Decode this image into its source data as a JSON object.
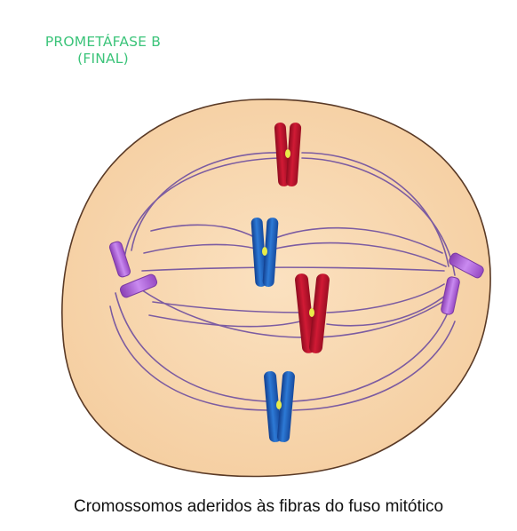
{
  "title": {
    "line1": "PROMETÁFASE B",
    "line2": "(FINAL)"
  },
  "caption": "Cromossomos aderidos às fibras do fuso mitótico",
  "colors": {
    "title": "#3cc47a",
    "cytoplasm": "#f9d9b2",
    "membrane": "#5a3a26",
    "spindle_fiber": "#6f4fa0",
    "centrosome": "#b66ad8",
    "chromosome_red": "#c0102a",
    "chromosome_blue": "#1d63c3",
    "kinetochore": "#e8ec4a"
  },
  "chromosomes": [
    "red",
    "blue",
    "red",
    "blue"
  ],
  "centrosomes": [
    "left",
    "right"
  ]
}
